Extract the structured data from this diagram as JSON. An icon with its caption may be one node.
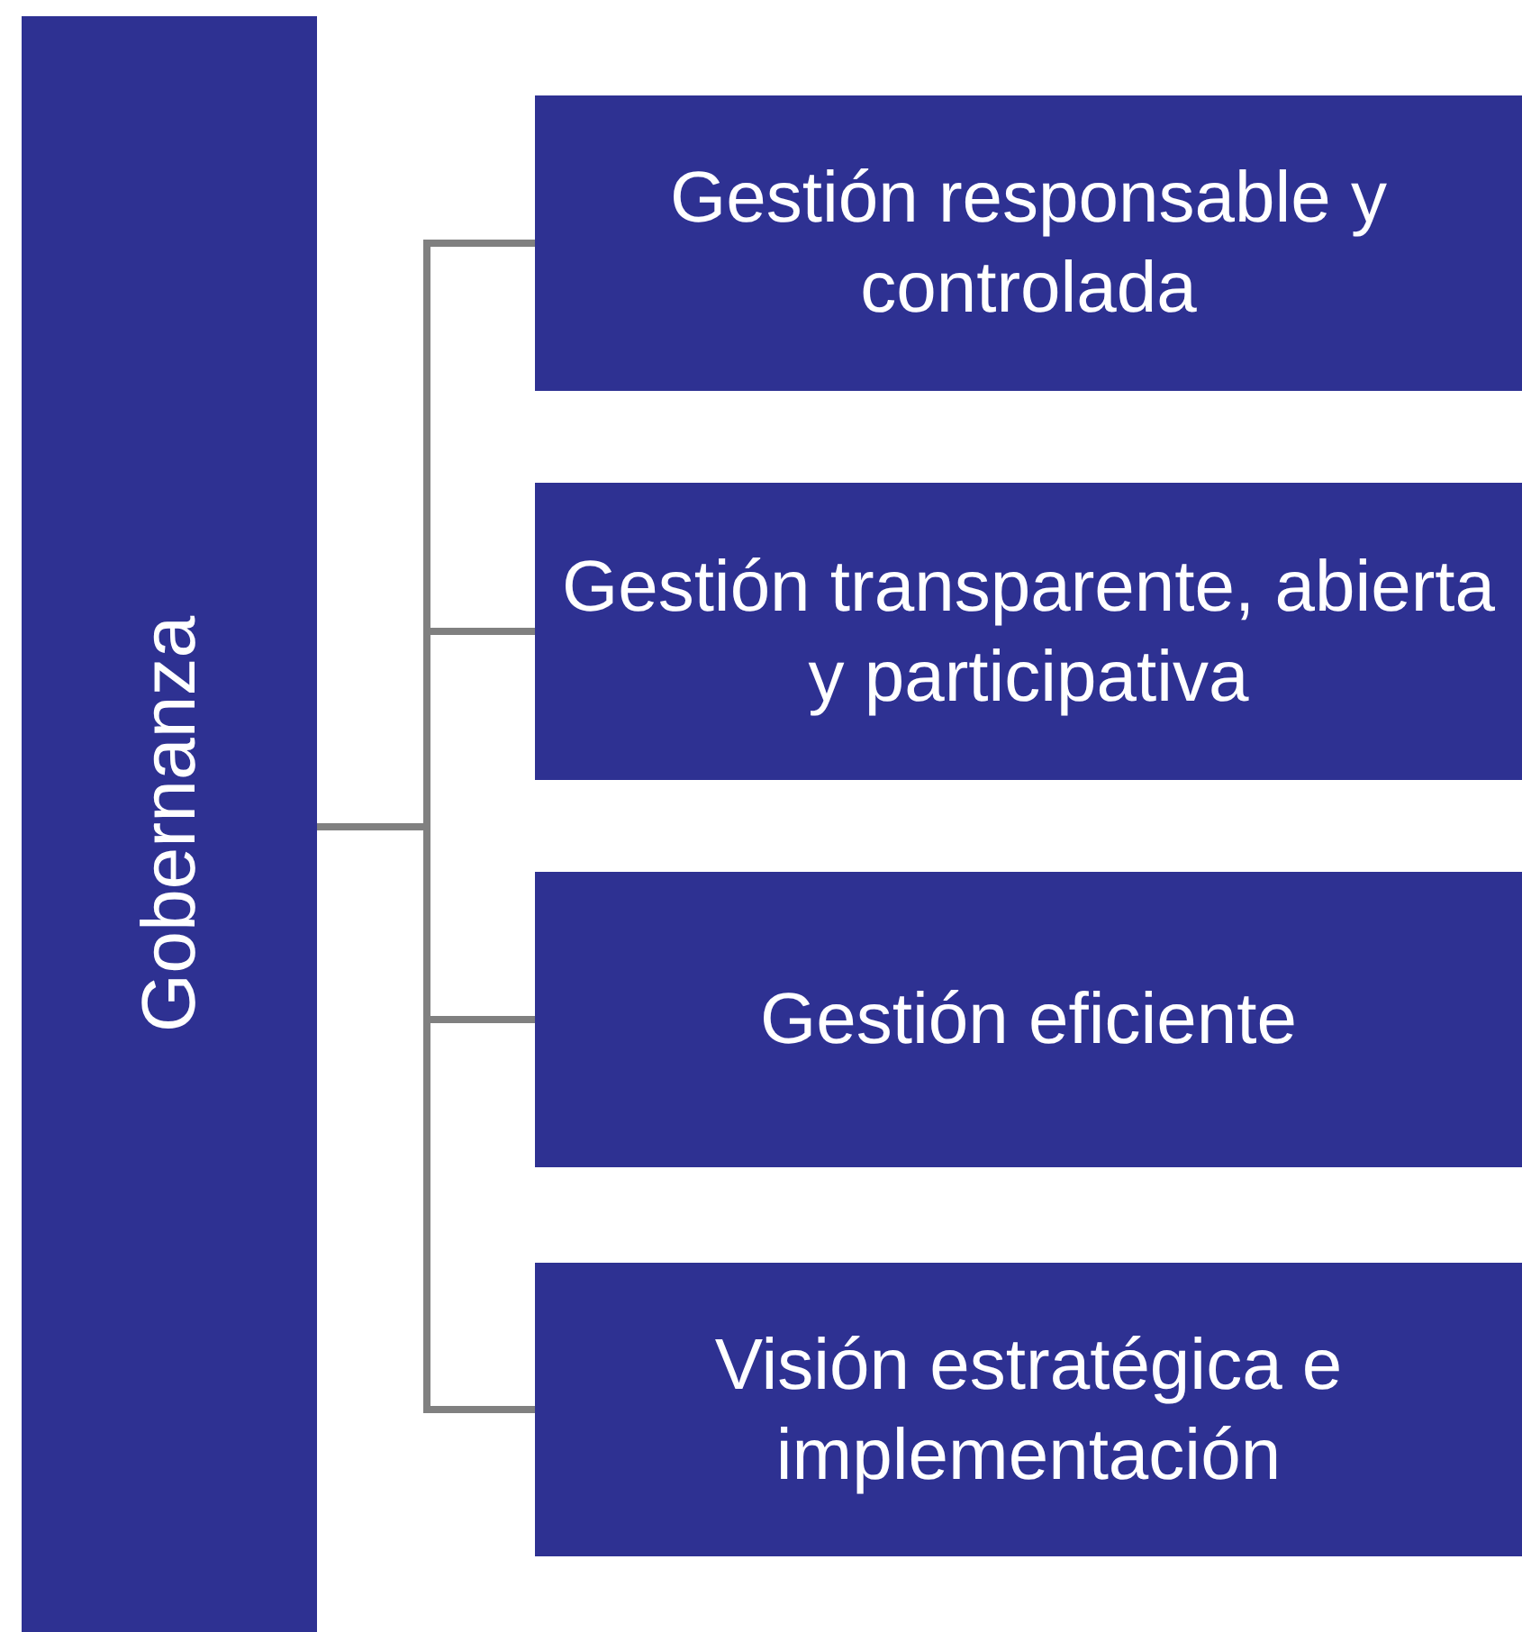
{
  "diagram": {
    "nodes": [
      {
        "text": [
          "Gobernanza"
        ]
      },
      {
        "text": [
          "Gestión responsable y controlada"
        ]
      },
      {
        "text": [
          "Gestión transparente, abierta y participativa"
        ]
      },
      {
        "text": [
          "Gestión eficiente"
        ]
      },
      {
        "text": [
          "Visión estratégica e implementación"
        ]
      }
    ],
    "edges": [
      {
        "from": 0,
        "to": 1,
        "arrow": "none"
      },
      {
        "from": 0,
        "to": 2,
        "arrow": "none"
      },
      {
        "from": 0,
        "to": 3,
        "arrow": "none"
      },
      {
        "from": 0,
        "to": 4,
        "arrow": "none"
      }
    ]
  }
}
